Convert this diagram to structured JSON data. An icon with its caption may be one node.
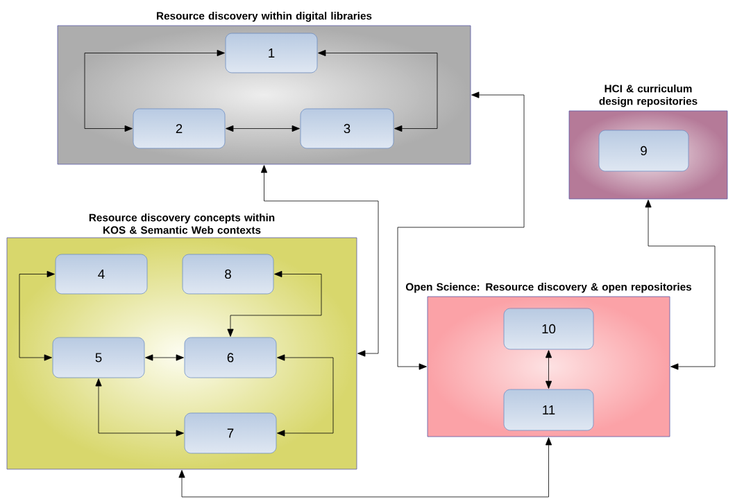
{
  "diagram": {
    "nodes": [
      {
        "text": [
          "Resource discovery within digital libraries"
        ]
      },
      {
        "text": [
          "1"
        ],
        "in": 0
      },
      {
        "text": [
          "2"
        ],
        "in": 0
      },
      {
        "text": [
          "3"
        ],
        "in": 0
      },
      {
        "text": [
          "HCI & curriculum design repositories"
        ]
      },
      {
        "text": [
          "9"
        ],
        "in": 4
      },
      {
        "text": [
          "Resource discovery concepts within KOS & Semantic Web contexts"
        ]
      },
      {
        "text": [
          "4"
        ],
        "in": 6
      },
      {
        "text": [
          "8"
        ],
        "in": 6
      },
      {
        "text": [
          "5"
        ],
        "in": 6
      },
      {
        "text": [
          "6"
        ],
        "in": 6
      },
      {
        "text": [
          "7"
        ],
        "in": 6
      },
      {
        "text": [
          "Open Science: Resource discovery & open repositories"
        ]
      },
      {
        "text": [
          "10"
        ],
        "in": 12
      },
      {
        "text": [
          "11"
        ],
        "in": 12
      }
    ],
    "edges": [
      {
        "from": 1,
        "to": 2,
        "arrow": "both"
      },
      {
        "from": 1,
        "to": 3,
        "arrow": "both"
      },
      {
        "from": 2,
        "to": 3,
        "arrow": "both"
      },
      {
        "from": 0,
        "to": 6,
        "arrow": "both"
      },
      {
        "from": 0,
        "to": 12,
        "arrow": "both"
      },
      {
        "from": 4,
        "to": 12,
        "arrow": "both"
      },
      {
        "from": 6,
        "to": 12,
        "arrow": "both"
      },
      {
        "from": 7,
        "to": 9,
        "arrow": "both"
      },
      {
        "from": 8,
        "to": 10,
        "arrow": "both"
      },
      {
        "from": 9,
        "to": 10,
        "arrow": "both"
      },
      {
        "from": 9,
        "to": 11,
        "arrow": "both"
      },
      {
        "from": 10,
        "to": 11,
        "arrow": "both"
      },
      {
        "from": 13,
        "to": 14,
        "arrow": "both"
      }
    ]
  }
}
